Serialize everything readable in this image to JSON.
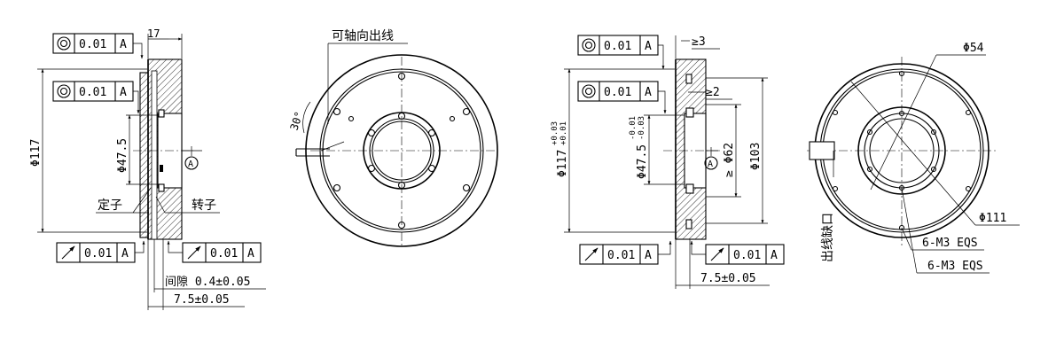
{
  "view1": {
    "tol_top": {
      "value": "0.01",
      "datum": "A"
    },
    "tol_mid": {
      "value": "0.01",
      "datum": "A"
    },
    "dim_17": "17",
    "dim_117": "Φ117",
    "dim_475": "Φ47.5",
    "datum": "A",
    "label_stator": "定子",
    "label_rotor": "转子",
    "tol_bot_left": {
      "value": "0.01",
      "datum": "A"
    },
    "tol_bot_right": {
      "value": "0.01",
      "datum": "A"
    },
    "gap": "间隙 0.4±0.05",
    "dim_75": "7.5±0.05"
  },
  "view2": {
    "label_axial_exit": "可轴向出线",
    "angle": "30°"
  },
  "view3": {
    "tol_top": {
      "value": "0.01",
      "datum": "A"
    },
    "tol_mid": {
      "value": "0.01",
      "datum": "A"
    },
    "dim_ge3": "≥3",
    "dim_ge2": "≥2",
    "dim_117": "Φ117",
    "dim_117_tol_upper": "+0.03",
    "dim_117_tol_lower": "+0.01",
    "dim_475": "Φ47.5",
    "dim_475_tol_upper": "-0.01",
    "dim_475_tol_lower": "-0.03",
    "datum": "A",
    "dim_62": "≥ Φ62",
    "dim_103": "Φ103",
    "tol_bot_left": {
      "value": "0.01",
      "datum": "A"
    },
    "tol_bot_right": {
      "value": "0.01",
      "datum": "A"
    },
    "dim_75": "7.5±0.05"
  },
  "view4": {
    "dim_54": "Φ54",
    "dim_111": "Φ111",
    "label_outlet": "出线缺口",
    "holes_a": "6-M3 EQS",
    "holes_b": "6-M3 EQS"
  },
  "symbols": {
    "concentricity": "concentricity-icon",
    "runout": "circular-runout-icon"
  }
}
